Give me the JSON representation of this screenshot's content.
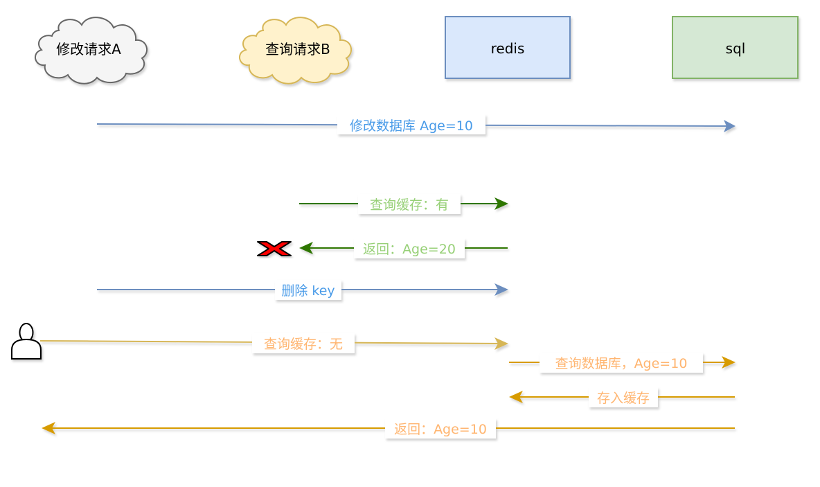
{
  "participants": [
    {
      "id": "a",
      "label": "修改请求A",
      "shape": "cloud",
      "fill": "#f5f5f5",
      "stroke": "#666666"
    },
    {
      "id": "b",
      "label": "查询请求B",
      "shape": "cloud",
      "fill": "#fff2cc",
      "stroke": "#d6b656"
    },
    {
      "id": "redis",
      "label": "redis",
      "shape": "box",
      "fill": "#dae8fc",
      "stroke": "#6c8ebf"
    },
    {
      "id": "sql",
      "label": "sql",
      "shape": "box",
      "fill": "#d5e8d4",
      "stroke": "#82b366"
    }
  ],
  "actor": {
    "icon": "user-icon"
  },
  "messages": [
    {
      "id": "m1",
      "from": "a",
      "to": "sql",
      "label": "修改数据库 Age=10",
      "line_color": "#6c8ebf",
      "text_color": "#4a9be8"
    },
    {
      "id": "m2",
      "from": "b",
      "to": "redis",
      "label": "查询缓存：有",
      "line_color": "#2d7600",
      "text_color": "#97d077"
    },
    {
      "id": "m3",
      "from": "redis",
      "to": "b",
      "label": "返回：Age=20",
      "line_color": "#2d7600",
      "text_color": "#97d077"
    },
    {
      "id": "m4",
      "from": "a",
      "to": "redis",
      "label": "删除 key",
      "line_color": "#6c8ebf",
      "text_color": "#4a9be8"
    },
    {
      "id": "m5",
      "from": "actor",
      "to": "redis",
      "label": "查询缓存：无",
      "line_color": "#d6b656",
      "text_color": "#ffb570"
    },
    {
      "id": "m6",
      "from": "redis",
      "to": "sql",
      "label": "查询数据库，Age=10",
      "line_color": "#d79b00",
      "text_color": "#ffb570"
    },
    {
      "id": "m7",
      "from": "sql",
      "to": "redis",
      "label": "存入缓存",
      "line_color": "#d79b00",
      "text_color": "#ffb570"
    },
    {
      "id": "m8",
      "from": "sql",
      "to": "actor",
      "label": "返回：Age=10",
      "line_color": "#d79b00",
      "text_color": "#ffb570"
    }
  ],
  "rejected_marker": {
    "icon": "red-x-icon",
    "color": "#ff0000"
  }
}
